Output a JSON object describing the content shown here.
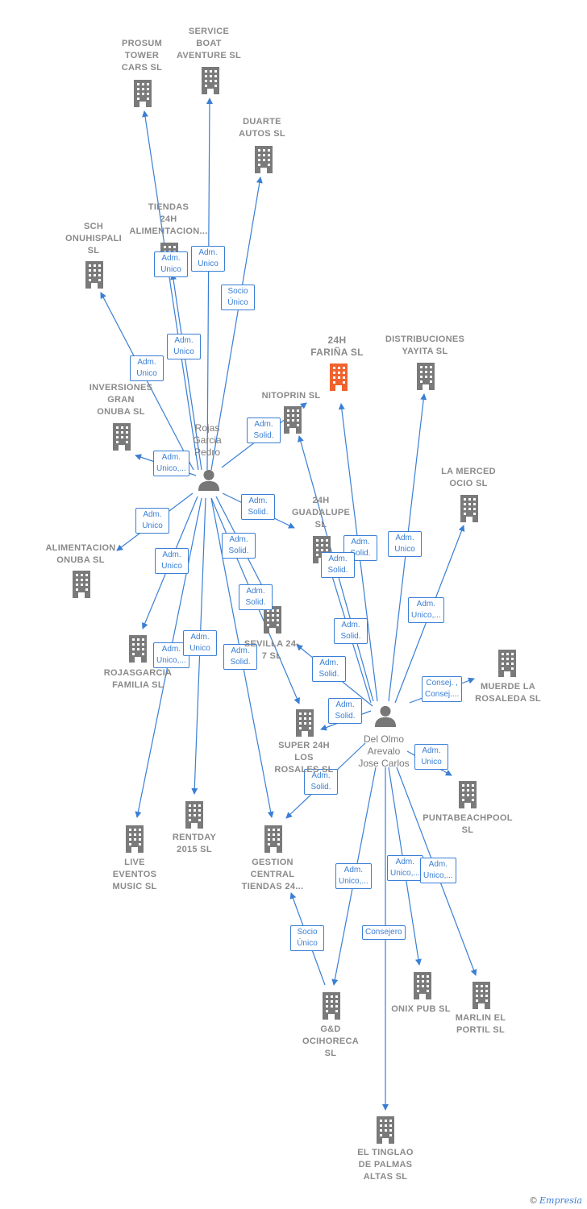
{
  "colors": {
    "edge": "#3a7fd5",
    "building": "#7a7a7a",
    "focus_building": "#f0622e",
    "person": "#777777"
  },
  "people": [
    {
      "id": "rojas",
      "label": "Rojas\nGarcia\nPedro"
    },
    {
      "id": "delolmo",
      "label": "Del Olmo\nArevalo\nJose Carlos"
    }
  ],
  "companies": [
    {
      "id": "prosum",
      "label": "PROSUM\nTOWER\nCARS  SL",
      "focus": false
    },
    {
      "id": "serviceboat",
      "label": "SERVICE\nBOAT\nAVENTURE  SL",
      "focus": false
    },
    {
      "id": "duarte",
      "label": "DUARTE\nAUTOS  SL",
      "focus": false
    },
    {
      "id": "tiendas24h",
      "label": "TIENDAS\n24H\nALIMENTACION...",
      "focus": false
    },
    {
      "id": "sch",
      "label": "SCH\nONUHISPALI\nSL",
      "focus": false
    },
    {
      "id": "24hfarina",
      "label": "24H\nFARIÑA  SL",
      "focus": true
    },
    {
      "id": "yayita",
      "label": "DISTRIBUCIONES\nYAYITA  SL",
      "focus": false
    },
    {
      "id": "inversiones",
      "label": "INVERSIONES\nGRAN\nONUBA  SL",
      "focus": false
    },
    {
      "id": "nitoprin",
      "label": "NITOPRIN  SL",
      "focus": false
    },
    {
      "id": "lamerced",
      "label": "LA MERCED\nOCIO  SL",
      "focus": false
    },
    {
      "id": "guadalupe",
      "label": "24H\nGUADALUPE\nSL",
      "focus": false
    },
    {
      "id": "alimonuba",
      "label": "ALIMENTACION\nONUBA  SL",
      "focus": false
    },
    {
      "id": "sevilla247",
      "label": "SEVILLA 24-\n7  SL",
      "focus": false
    },
    {
      "id": "rojasgarcia",
      "label": "ROJASGARCIA\nFAMILIA  SL",
      "focus": false
    },
    {
      "id": "muerde",
      "label": "MUERDE LA\nROSALEDA  SL",
      "focus": false
    },
    {
      "id": "super24h",
      "label": "SUPER 24H\nLOS\nROSALES  SL",
      "focus": false
    },
    {
      "id": "puntabeach",
      "label": "PUNTABEACHPOOL\nSL",
      "focus": false
    },
    {
      "id": "live",
      "label": "LIVE\nEVENTOS\nMUSIC  SL",
      "focus": false
    },
    {
      "id": "rentday",
      "label": "RENTDAY\n2015  SL",
      "focus": false
    },
    {
      "id": "gestion",
      "label": "GESTION\nCENTRAL\nTIENDAS 24...",
      "focus": false
    },
    {
      "id": "onixpub",
      "label": "ONIX PUB  SL",
      "focus": false
    },
    {
      "id": "marlin",
      "label": "MARLIN EL\nPORTIL  SL",
      "focus": false
    },
    {
      "id": "gd",
      "label": "G&D\nOCIHORECA\nSL",
      "focus": false
    },
    {
      "id": "tinglao",
      "label": "EL TINGLAO\nDE PALMAS\nALTAS  SL",
      "focus": false
    }
  ],
  "edges": [
    {
      "from": "rojas",
      "to": "prosum",
      "label": "Adm.\nUnico"
    },
    {
      "from": "rojas",
      "to": "serviceboat",
      "label": "Adm.\nUnico"
    },
    {
      "from": "rojas",
      "to": "duarte",
      "label": "Socio\nÚnico"
    },
    {
      "from": "rojas",
      "to": "tiendas24h",
      "label": "Adm.\nUnico"
    },
    {
      "from": "rojas",
      "to": "sch",
      "label": "Adm.\nUnico"
    },
    {
      "from": "rojas",
      "to": "nitoprin",
      "label": "Adm.\nSolid."
    },
    {
      "from": "rojas",
      "to": "inversiones",
      "label": "Adm.\nUnico,..."
    },
    {
      "from": "rojas",
      "to": "guadalupe",
      "label": "Adm.\nSolid."
    },
    {
      "from": "rojas",
      "to": "alimonuba",
      "label": "Adm.\nUnico"
    },
    {
      "from": "rojas",
      "to": "rojasgarcia",
      "label": "Adm.\nUnico"
    },
    {
      "from": "rojas",
      "to": "sevilla247",
      "label": "Adm.\nSolid."
    },
    {
      "from": "rojas",
      "to": "super24h",
      "label": "Adm.\nSolid."
    },
    {
      "from": "rojas",
      "to": "live",
      "label": "Adm.\nUnico,..."
    },
    {
      "from": "rojas",
      "to": "rentday",
      "label": "Adm.\nUnico"
    },
    {
      "from": "rojas",
      "to": "gestion",
      "label": "Adm.\nSolid."
    },
    {
      "from": "delolmo",
      "to": "24hfarina",
      "label": "Adm.\nSolid."
    },
    {
      "from": "delolmo",
      "to": "yayita",
      "label": "Adm.\nUnico"
    },
    {
      "from": "delolmo",
      "to": "lamerced",
      "label": "Adm.\nUnico,..."
    },
    {
      "from": "delolmo",
      "to": "nitoprin",
      "label": "Adm.\nSolid."
    },
    {
      "from": "delolmo",
      "to": "guadalupe",
      "label": "Adm.\nSolid."
    },
    {
      "from": "delolmo",
      "to": "sevilla247",
      "label": "Adm.\nSolid."
    },
    {
      "from": "delolmo",
      "to": "muerde",
      "label": "Consej. ,\nConsej...."
    },
    {
      "from": "delolmo",
      "to": "super24h",
      "label": "Adm.\nSolid."
    },
    {
      "from": "delolmo",
      "to": "puntabeach",
      "label": "Adm.\nUnico"
    },
    {
      "from": "delolmo",
      "to": "gestion",
      "label": "Adm.\nSolid."
    },
    {
      "from": "delolmo",
      "to": "gd",
      "label": "Adm.\nUnico,..."
    },
    {
      "from": "delolmo",
      "to": "onixpub",
      "label": "Adm.\nUnico,..."
    },
    {
      "from": "delolmo",
      "to": "marlin",
      "label": "Adm.\nUnico,..."
    },
    {
      "from": "delolmo",
      "to": "tinglao",
      "label": "Consejero"
    },
    {
      "from": "gd",
      "to": "gestion",
      "label": "Socio\nÚnico"
    }
  ],
  "footer": {
    "copyright": "©",
    "brand": "Empresia"
  }
}
